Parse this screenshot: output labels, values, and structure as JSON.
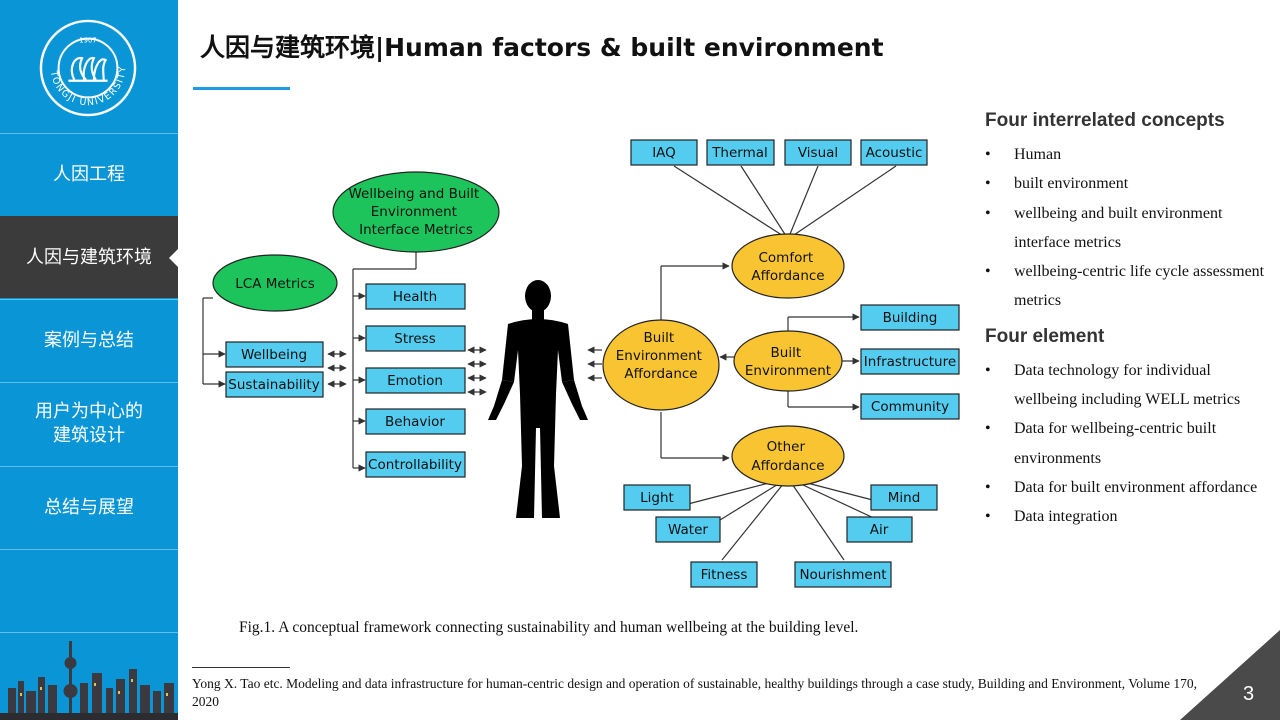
{
  "sidebar": {
    "logo_text": "TONGJI UNIVERSITY",
    "logo_year": "1907",
    "items": [
      {
        "label": "人因工程"
      },
      {
        "label": "人因与建筑环境",
        "active": true
      },
      {
        "label": "案例与总结"
      },
      {
        "label": "用户为中心的\n建筑设计"
      },
      {
        "label": "总结与展望"
      }
    ],
    "accent": "#0a96d6",
    "active_bg": "#3b3b3b"
  },
  "title": "人因与建筑环境|Human factors & built environment",
  "figure": {
    "green_nodes": {
      "metrics": "Wellbeing and Built\nEnvironment\nInterface Metrics",
      "lca": "LCA Metrics"
    },
    "left_boxes": [
      "Wellbeing",
      "Sustainability"
    ],
    "mid_boxes": [
      "Health",
      "Stress",
      "Emotion",
      "Behavior",
      "Controllability"
    ],
    "comfort_boxes": [
      "IAQ",
      "Thermal",
      "Visual",
      "Acoustic"
    ],
    "yellow_nodes": {
      "comfort": "Comfort\nAffordance",
      "built_affordance": "Built\nEnvironment\nAffordance",
      "built_env": "Built\nEnvironment",
      "other": "Other\nAffordance"
    },
    "built_boxes": [
      "Building",
      "Infrastructure",
      "Community"
    ],
    "other_boxes": [
      "Light",
      "Mind",
      "Water",
      "Air",
      "Fitness",
      "Nourishment"
    ],
    "colors": {
      "green": "#1dc45c",
      "yellow": "#f9c432",
      "cyan": "#54ccf0",
      "arrow": "#333333"
    }
  },
  "caption": "Fig.1. A conceptual framework connecting sustainability  and human wellbeing  at the building level.",
  "right": {
    "heading1": "Four interrelated concepts",
    "list1": [
      "Human",
      "built  environment",
      "wellbeing  and built environment interface metrics",
      "wellbeing-centric  life  cycle assessment metrics"
    ],
    "heading2": "Four element",
    "list2": [
      "Data technology for individual wellbeing  including  WELL metrics",
      "Data for wellbeing-centric  built environments",
      "Data for built environment affordance",
      "Data integration"
    ]
  },
  "footnote": "Yong X. Tao etc. Modeling and data infrastructure for human-centric design and operation of sustainable, healthy buildings  through  a case study, Building  and Environment, Volume 170, 2020",
  "page_number": "3"
}
